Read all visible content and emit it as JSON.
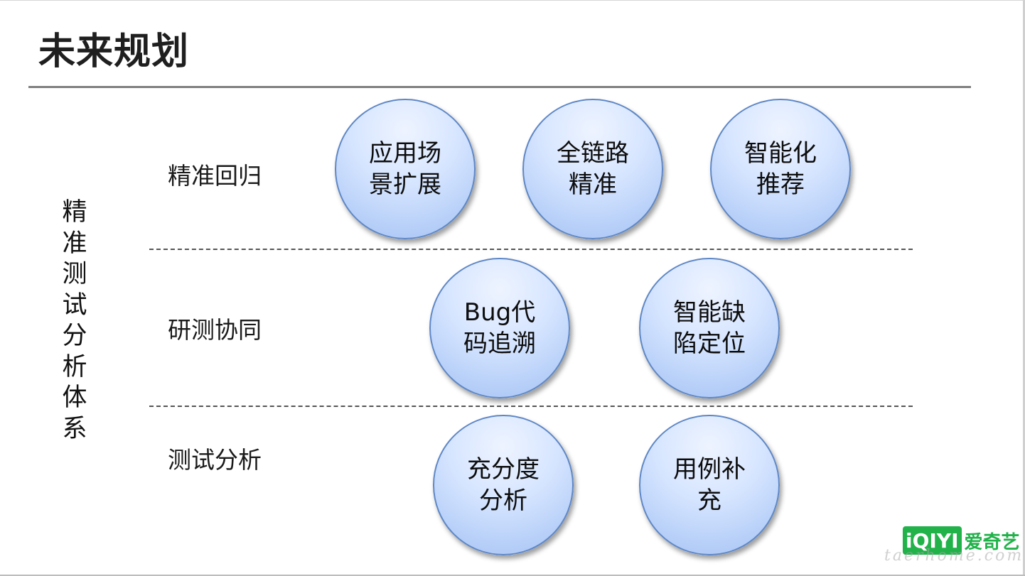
{
  "slide": {
    "title": "未来规划",
    "vertical_label": "精准测试分析体系"
  },
  "rows": [
    {
      "label": "精准回归",
      "items": [
        "应用场景扩展",
        "全链路精准",
        "智能化推荐"
      ]
    },
    {
      "label": "研测协同",
      "items": [
        "Bug代码追溯",
        "智能缺陷定位"
      ]
    },
    {
      "label": "测试分析",
      "items": [
        "充分度分析",
        "用例补充"
      ]
    }
  ],
  "branding": {
    "logo_mark": "iQIYI",
    "logo_text": "爱奇艺",
    "watermark": "taerhome.com",
    "brand_color": "#21b24a"
  },
  "colors": {
    "circle_fill": "#c7dbfb",
    "circle_border": "#5e87c6",
    "title_rule": "#7f7f7f"
  }
}
